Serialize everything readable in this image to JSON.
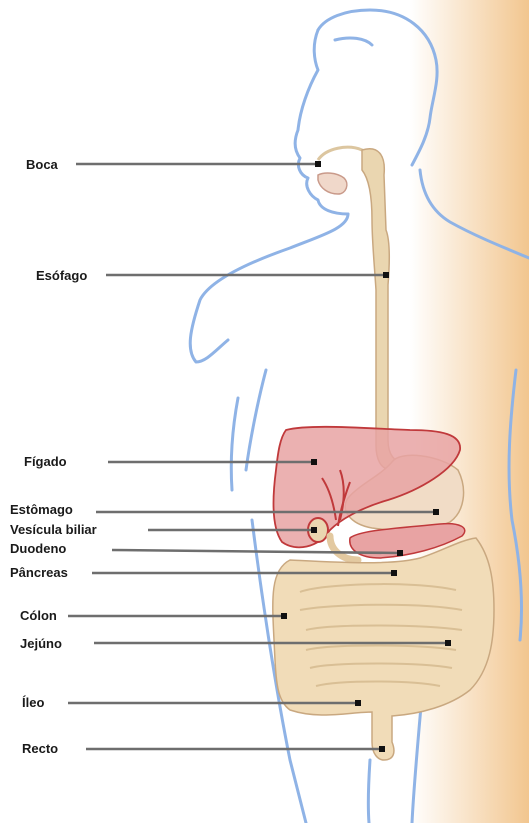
{
  "labels": {
    "boca": "Boca",
    "esofago": "Esófago",
    "figado": "Fígado",
    "estomago": "Estômago",
    "vesicula": "Vesícula biliar",
    "duodeno": "Duodeno",
    "pancreas": "Pâncreas",
    "colon": "Cólon",
    "jejuno": "Jejúno",
    "ileo": "Íleo",
    "recto": "Recto"
  },
  "colors": {
    "body_outline": "#8fb3e6",
    "skin_gradient_start": "#ffffff",
    "skin_gradient_end": "#f2c68f",
    "esophagus": "#ead6b0",
    "liver": "#e8a3a3",
    "stomach": "#f1dcc6",
    "intestine": "#f1dcb8",
    "leader_line": "#6e6e6e"
  }
}
